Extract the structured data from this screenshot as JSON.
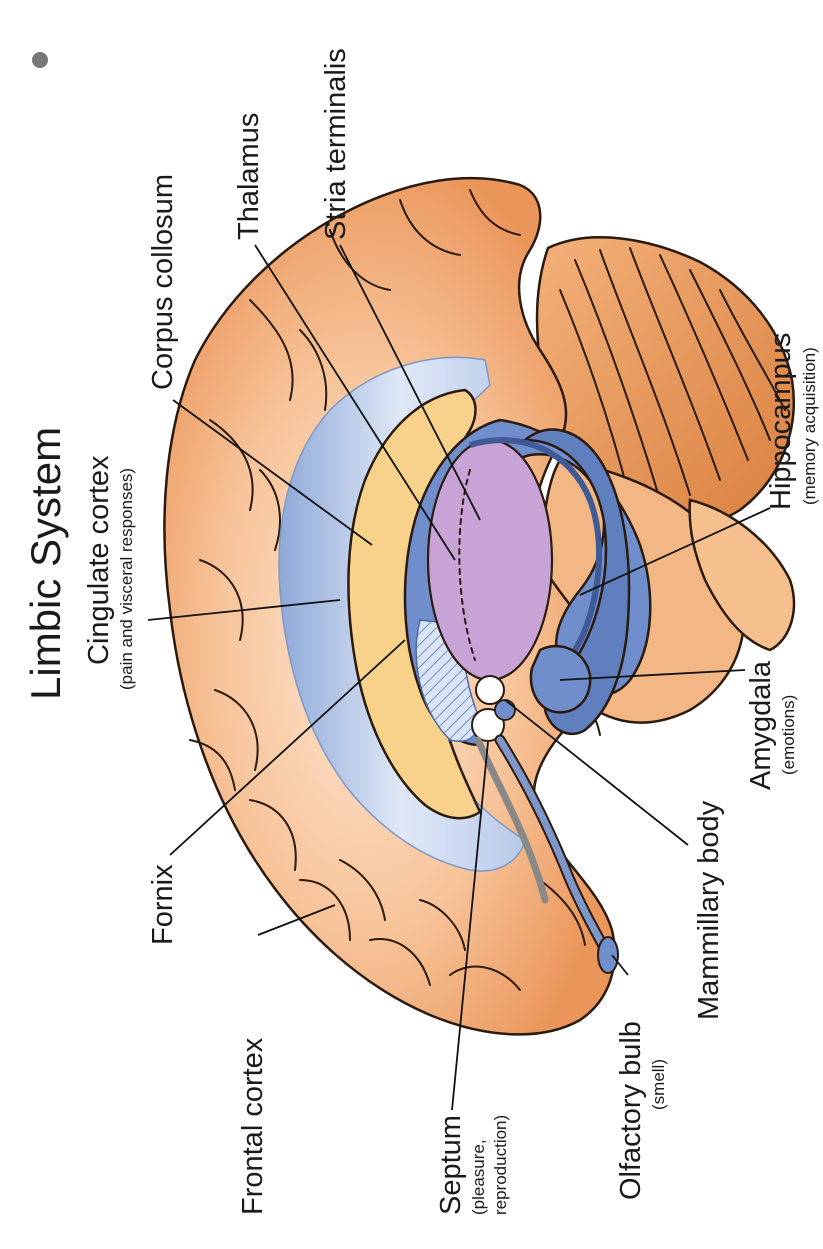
{
  "title": "Limbic System",
  "colors": {
    "cortex": "#f0a46a",
    "cortex_light": "#fbd9b8",
    "limbic_blue": "#6f8ecb",
    "limbic_light": "#c9d8f0",
    "corpus": "#f8d28a",
    "thalamus": "#c8a3d6",
    "cerebellum": "#e79a5c"
  },
  "labels": {
    "cingulate": {
      "name": "Cingulate cortex",
      "note": "(pain and visceral responses)"
    },
    "fornix": {
      "name": "Fornix"
    },
    "frontal": {
      "name": "Frontal cortex"
    },
    "septum": {
      "name": "Septum",
      "note_1": "(pleasure,",
      "note_2": "reproduction)"
    },
    "olfactory": {
      "name": "Olfactory bulb",
      "note": "(smell)"
    },
    "mammillary": {
      "name": "Mammillary body"
    },
    "amygdala": {
      "name": "Amygdala",
      "note": "(emotions)"
    },
    "hippocampus": {
      "name": "Hippocampus",
      "note": "(memory acquisition)"
    },
    "stria": {
      "name": "Stria terminalis"
    },
    "thalamus": {
      "name": "Thalamus"
    },
    "corpus": {
      "name": "Corpus collosum"
    }
  }
}
